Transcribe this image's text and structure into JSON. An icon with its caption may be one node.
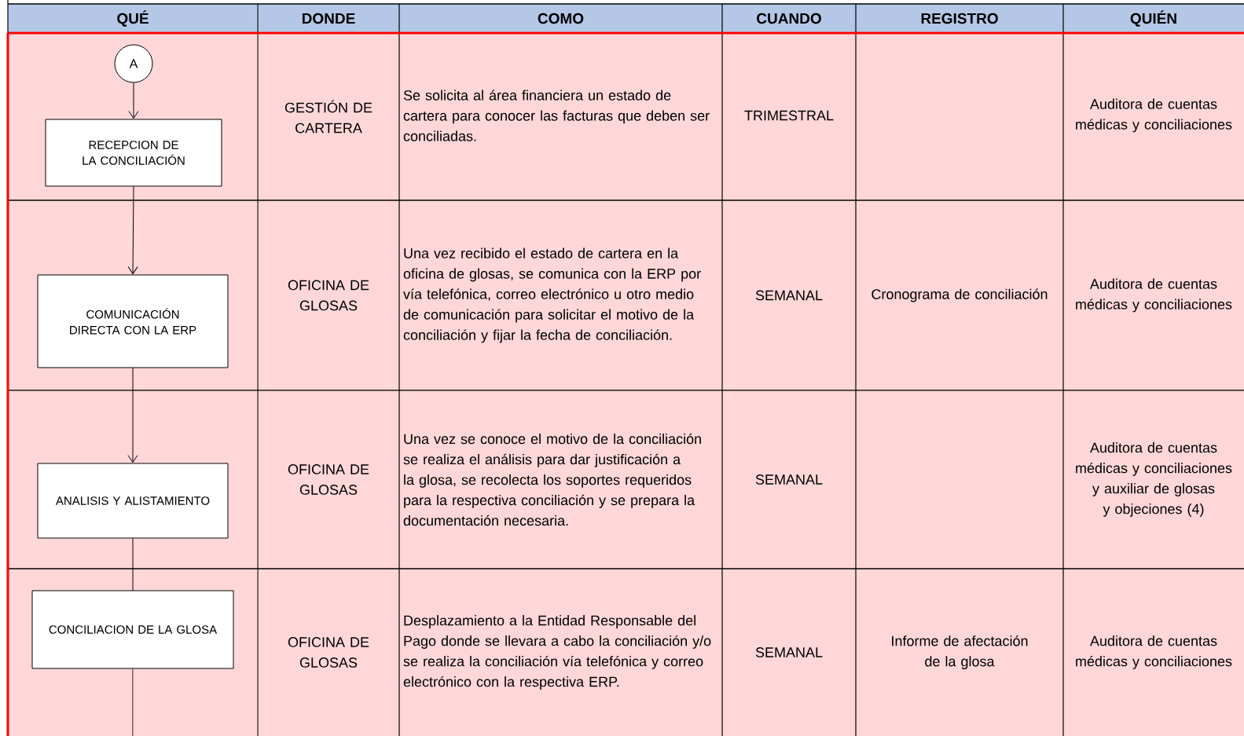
{
  "diagram": {
    "nodes": [
      {
        "text": [
          "A"
        ]
      },
      {
        "text": [
          "RECEPCION DE LA CONCILIACIÓN"
        ]
      },
      {
        "text": [
          "COMUNICACIÓN DIRECTA CON LA ERP"
        ]
      },
      {
        "text": [
          "ANALISIS Y ALISTAMIENTO"
        ]
      },
      {
        "text": [
          "CONCILIACION DE LA GLOSA"
        ]
      }
    ],
    "edges": [
      {
        "from": 0,
        "to": 1,
        "arrow": "to"
      },
      {
        "from": 1,
        "to": 2,
        "arrow": "to"
      },
      {
        "from": 2,
        "to": 3,
        "arrow": "to"
      },
      {
        "from": 3,
        "to": 4,
        "arrow": "none"
      },
      {
        "from": 4,
        "to": null,
        "arrow": "none"
      }
    ],
    "labels": [
      "QUÉ",
      "DONDE",
      "COMO",
      "CUANDO",
      "REGISTRO",
      "QUIÉN",
      "GESTIÓN DE CARTERA",
      "Se solicita al área financiera un estado de cartera para conocer las facturas que deben ser conciliadas.",
      "TRIMESTRAL",
      "Auditora de cuentas médicas y conciliaciones",
      "OFICINA DE GLOSAS",
      "Una vez recibido el estado de cartera en la oficina de glosas, se comunica con la ERP por vía telefónica, correo electrónico u otro medio de comunicación para solicitar el motivo de la conciliación y fijar la fecha de conciliación.",
      "SEMANAL",
      "Cronograma de conciliación",
      "Auditora de cuentas médicas y conciliaciones",
      "OFICINA DE GLOSAS",
      "Una vez se conoce el motivo de la conciliación se realiza el análisis para dar justificación a la glosa, se recolecta los soportes requeridos para la respectiva conciliación y se prepara la documentación necesaria.",
      "SEMANAL",
      "Auditora de cuentas médicas y conciliaciones y auxiliar de glosas y objeciones (4)",
      "OFICINA DE GLOSAS",
      "Desplazamiento a la Entidad Responsable del Pago donde se llevara a cabo la conciliación y/o se realiza la conciliación vía telefónica y correo electrónico con la respectiva ERP.",
      "SEMANAL",
      "Informe de afectación de la glosa",
      "Auditora de cuentas médicas y conciliaciones"
    ]
  }
}
